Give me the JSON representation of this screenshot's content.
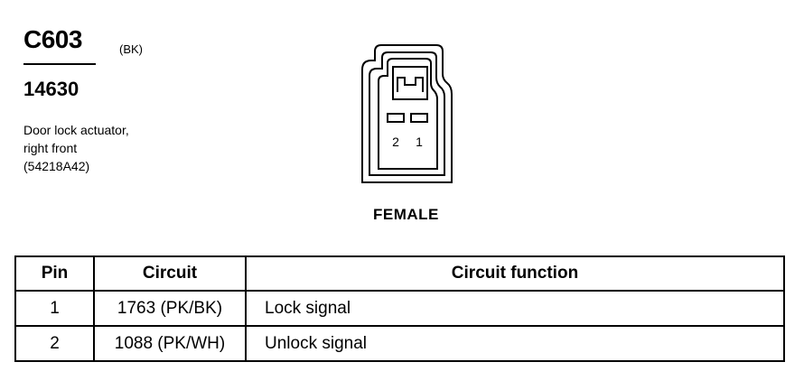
{
  "connector": {
    "id": "C603",
    "color_code": "(BK)",
    "part_number": "14630",
    "description": [
      "Door lock actuator,",
      "right front",
      "(54218A42)"
    ],
    "gender": "FEMALE",
    "pin_labels": [
      "2",
      "1"
    ]
  },
  "table": {
    "headers": [
      "Pin",
      "Circuit",
      "Circuit function"
    ],
    "rows": [
      {
        "pin": "1",
        "circuit": "1763 (PK/BK)",
        "function": "Lock signal"
      },
      {
        "pin": "2",
        "circuit": "1088 (PK/WH)",
        "function": "Unlock signal"
      }
    ]
  }
}
